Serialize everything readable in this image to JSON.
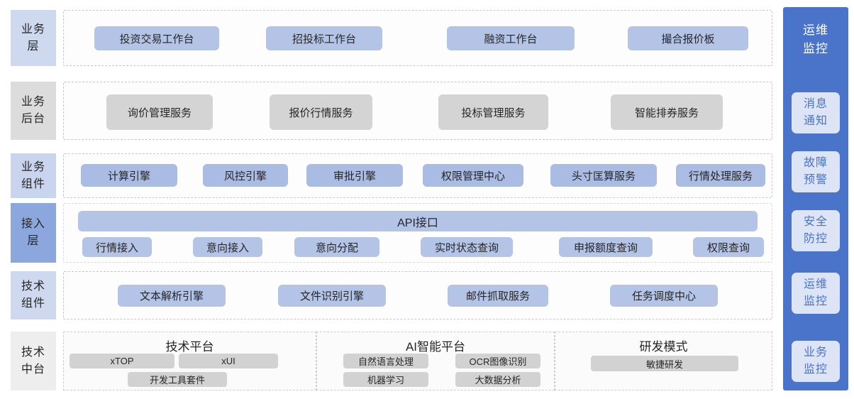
{
  "layers": [
    {
      "id": "business-layer",
      "label": "业务\n层",
      "label_bg": "#ced9f0",
      "items": [
        "投资交易工作台",
        "招投标工作台",
        "融资工作台",
        "撮合报价板"
      ]
    },
    {
      "id": "business-backend",
      "label": "业务\n后台",
      "label_bg": "#dcdcdc",
      "items": [
        "询价管理服务",
        "报价行情服务",
        "投标管理服务",
        "智能排券服务"
      ]
    },
    {
      "id": "business-components",
      "label": "业务\n组件",
      "label_bg": "#c9d4ee",
      "items": [
        "计算引擎",
        "风控引擎",
        "审批引擎",
        "权限管理中心",
        "头寸匡算服务",
        "行情处理服务"
      ]
    },
    {
      "id": "access-layer",
      "label": "接入\n层",
      "label_bg": "#8ca7dd",
      "api_bar": "API接口",
      "items": [
        "行情接入",
        "意向接入",
        "意向分配",
        "实时状态查询",
        "申报额度查询",
        "权限查询"
      ]
    },
    {
      "id": "tech-components",
      "label": "技术\n组件",
      "label_bg": "#ced9f0",
      "items": [
        "文本解析引擎",
        "文件识别引擎",
        "邮件抓取服务",
        "任务调度中心"
      ]
    },
    {
      "id": "tech-midplatform",
      "label": "技术\n中台",
      "label_bg": "#eeeeee",
      "groups": [
        {
          "title": "技术平台",
          "items": [
            "xTOP",
            "xUI",
            "开发工具套件"
          ]
        },
        {
          "title": "AI智能平台",
          "items": [
            "自然语言处理",
            "OCR图像识别",
            "机器学习",
            "大数据分析"
          ]
        },
        {
          "title": "研发模式",
          "items": [
            "敏捷研发"
          ]
        }
      ]
    }
  ],
  "sidebar": {
    "heading": "运维\n监控",
    "bg": "#4a73ca",
    "item_bg": "#dde4f5",
    "item_color": "#4a73ca",
    "items": [
      "消息\n通知",
      "故障\n预警",
      "安全\n防控",
      "运维\n监控",
      "业务\n监控"
    ]
  },
  "colors": {
    "chip_blue": "#b4c4e7",
    "chip_gray": "#d4d4d4",
    "dashed_border": "#c8c8c8"
  }
}
